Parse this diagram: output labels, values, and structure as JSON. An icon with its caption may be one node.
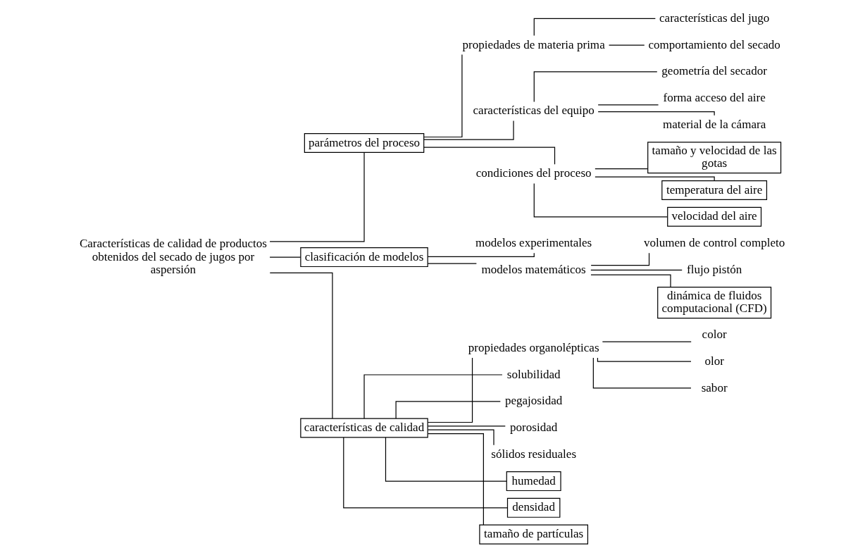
{
  "diagram": {
    "nodes": [
      {
        "text": [
          "Características de calidad de productos obtenidos del secado de jugos por aspersión"
        ]
      },
      {
        "text": [
          "parámetros del proceso"
        ]
      },
      {
        "text": [
          "propiedades de materia prima"
        ]
      },
      {
        "text": [
          "características del jugo"
        ]
      },
      {
        "text": [
          "comportamiento del secado"
        ]
      },
      {
        "text": [
          "características del equipo"
        ]
      },
      {
        "text": [
          "geometría del secador"
        ]
      },
      {
        "text": [
          "forma acceso del aire"
        ]
      },
      {
        "text": [
          "material de la cámara"
        ]
      },
      {
        "text": [
          "condiciones del proceso"
        ]
      },
      {
        "text": [
          "tamaño y velocidad de las gotas"
        ]
      },
      {
        "text": [
          "temperatura del aire"
        ]
      },
      {
        "text": [
          "velocidad del aire"
        ]
      },
      {
        "text": [
          "clasificación de modelos"
        ]
      },
      {
        "text": [
          "modelos experimentales"
        ]
      },
      {
        "text": [
          "modelos matemáticos"
        ]
      },
      {
        "text": [
          "volumen de control completo"
        ]
      },
      {
        "text": [
          "flujo pistón"
        ]
      },
      {
        "text": [
          "dinámica de fluidos computacional (CFD)"
        ]
      },
      {
        "text": [
          "características de calidad"
        ]
      },
      {
        "text": [
          "propiedades organolépticas"
        ]
      },
      {
        "text": [
          "color"
        ]
      },
      {
        "text": [
          "olor"
        ]
      },
      {
        "text": [
          "sabor"
        ]
      },
      {
        "text": [
          "solubilidad"
        ]
      },
      {
        "text": [
          "pegajosidad"
        ]
      },
      {
        "text": [
          "porosidad"
        ]
      },
      {
        "text": [
          "sólidos residuales"
        ]
      },
      {
        "text": [
          "humedad"
        ]
      },
      {
        "text": [
          "densidad"
        ]
      },
      {
        "text": [
          "tamaño de partículas"
        ]
      }
    ],
    "edges": [
      {
        "from": 0,
        "to": 1,
        "arrow": "none"
      },
      {
        "from": 0,
        "to": 13,
        "arrow": "none"
      },
      {
        "from": 0,
        "to": 19,
        "arrow": "none"
      },
      {
        "from": 1,
        "to": 2,
        "arrow": "none"
      },
      {
        "from": 2,
        "to": 3,
        "arrow": "none"
      },
      {
        "from": 2,
        "to": 4,
        "arrow": "none"
      },
      {
        "from": 1,
        "to": 5,
        "arrow": "none"
      },
      {
        "from": 5,
        "to": 6,
        "arrow": "none"
      },
      {
        "from": 5,
        "to": 7,
        "arrow": "none"
      },
      {
        "from": 5,
        "to": 8,
        "arrow": "none"
      },
      {
        "from": 1,
        "to": 9,
        "arrow": "none"
      },
      {
        "from": 9,
        "to": 10,
        "arrow": "none"
      },
      {
        "from": 9,
        "to": 11,
        "arrow": "none"
      },
      {
        "from": 9,
        "to": 12,
        "arrow": "none"
      },
      {
        "from": 13,
        "to": 14,
        "arrow": "none"
      },
      {
        "from": 13,
        "to": 15,
        "arrow": "none"
      },
      {
        "from": 15,
        "to": 16,
        "arrow": "none"
      },
      {
        "from": 15,
        "to": 17,
        "arrow": "none"
      },
      {
        "from": 15,
        "to": 18,
        "arrow": "none"
      },
      {
        "from": 19,
        "to": 20,
        "arrow": "none"
      },
      {
        "from": 20,
        "to": 21,
        "arrow": "none"
      },
      {
        "from": 20,
        "to": 22,
        "arrow": "none"
      },
      {
        "from": 20,
        "to": 23,
        "arrow": "none"
      },
      {
        "from": 19,
        "to": 24,
        "arrow": "none"
      },
      {
        "from": 19,
        "to": 25,
        "arrow": "none"
      },
      {
        "from": 19,
        "to": 26,
        "arrow": "none"
      },
      {
        "from": 19,
        "to": 27,
        "arrow": "none"
      },
      {
        "from": 19,
        "to": 28,
        "arrow": "none"
      },
      {
        "from": 19,
        "to": 29,
        "arrow": "none"
      },
      {
        "from": 19,
        "to": 30,
        "arrow": "none"
      }
    ]
  }
}
